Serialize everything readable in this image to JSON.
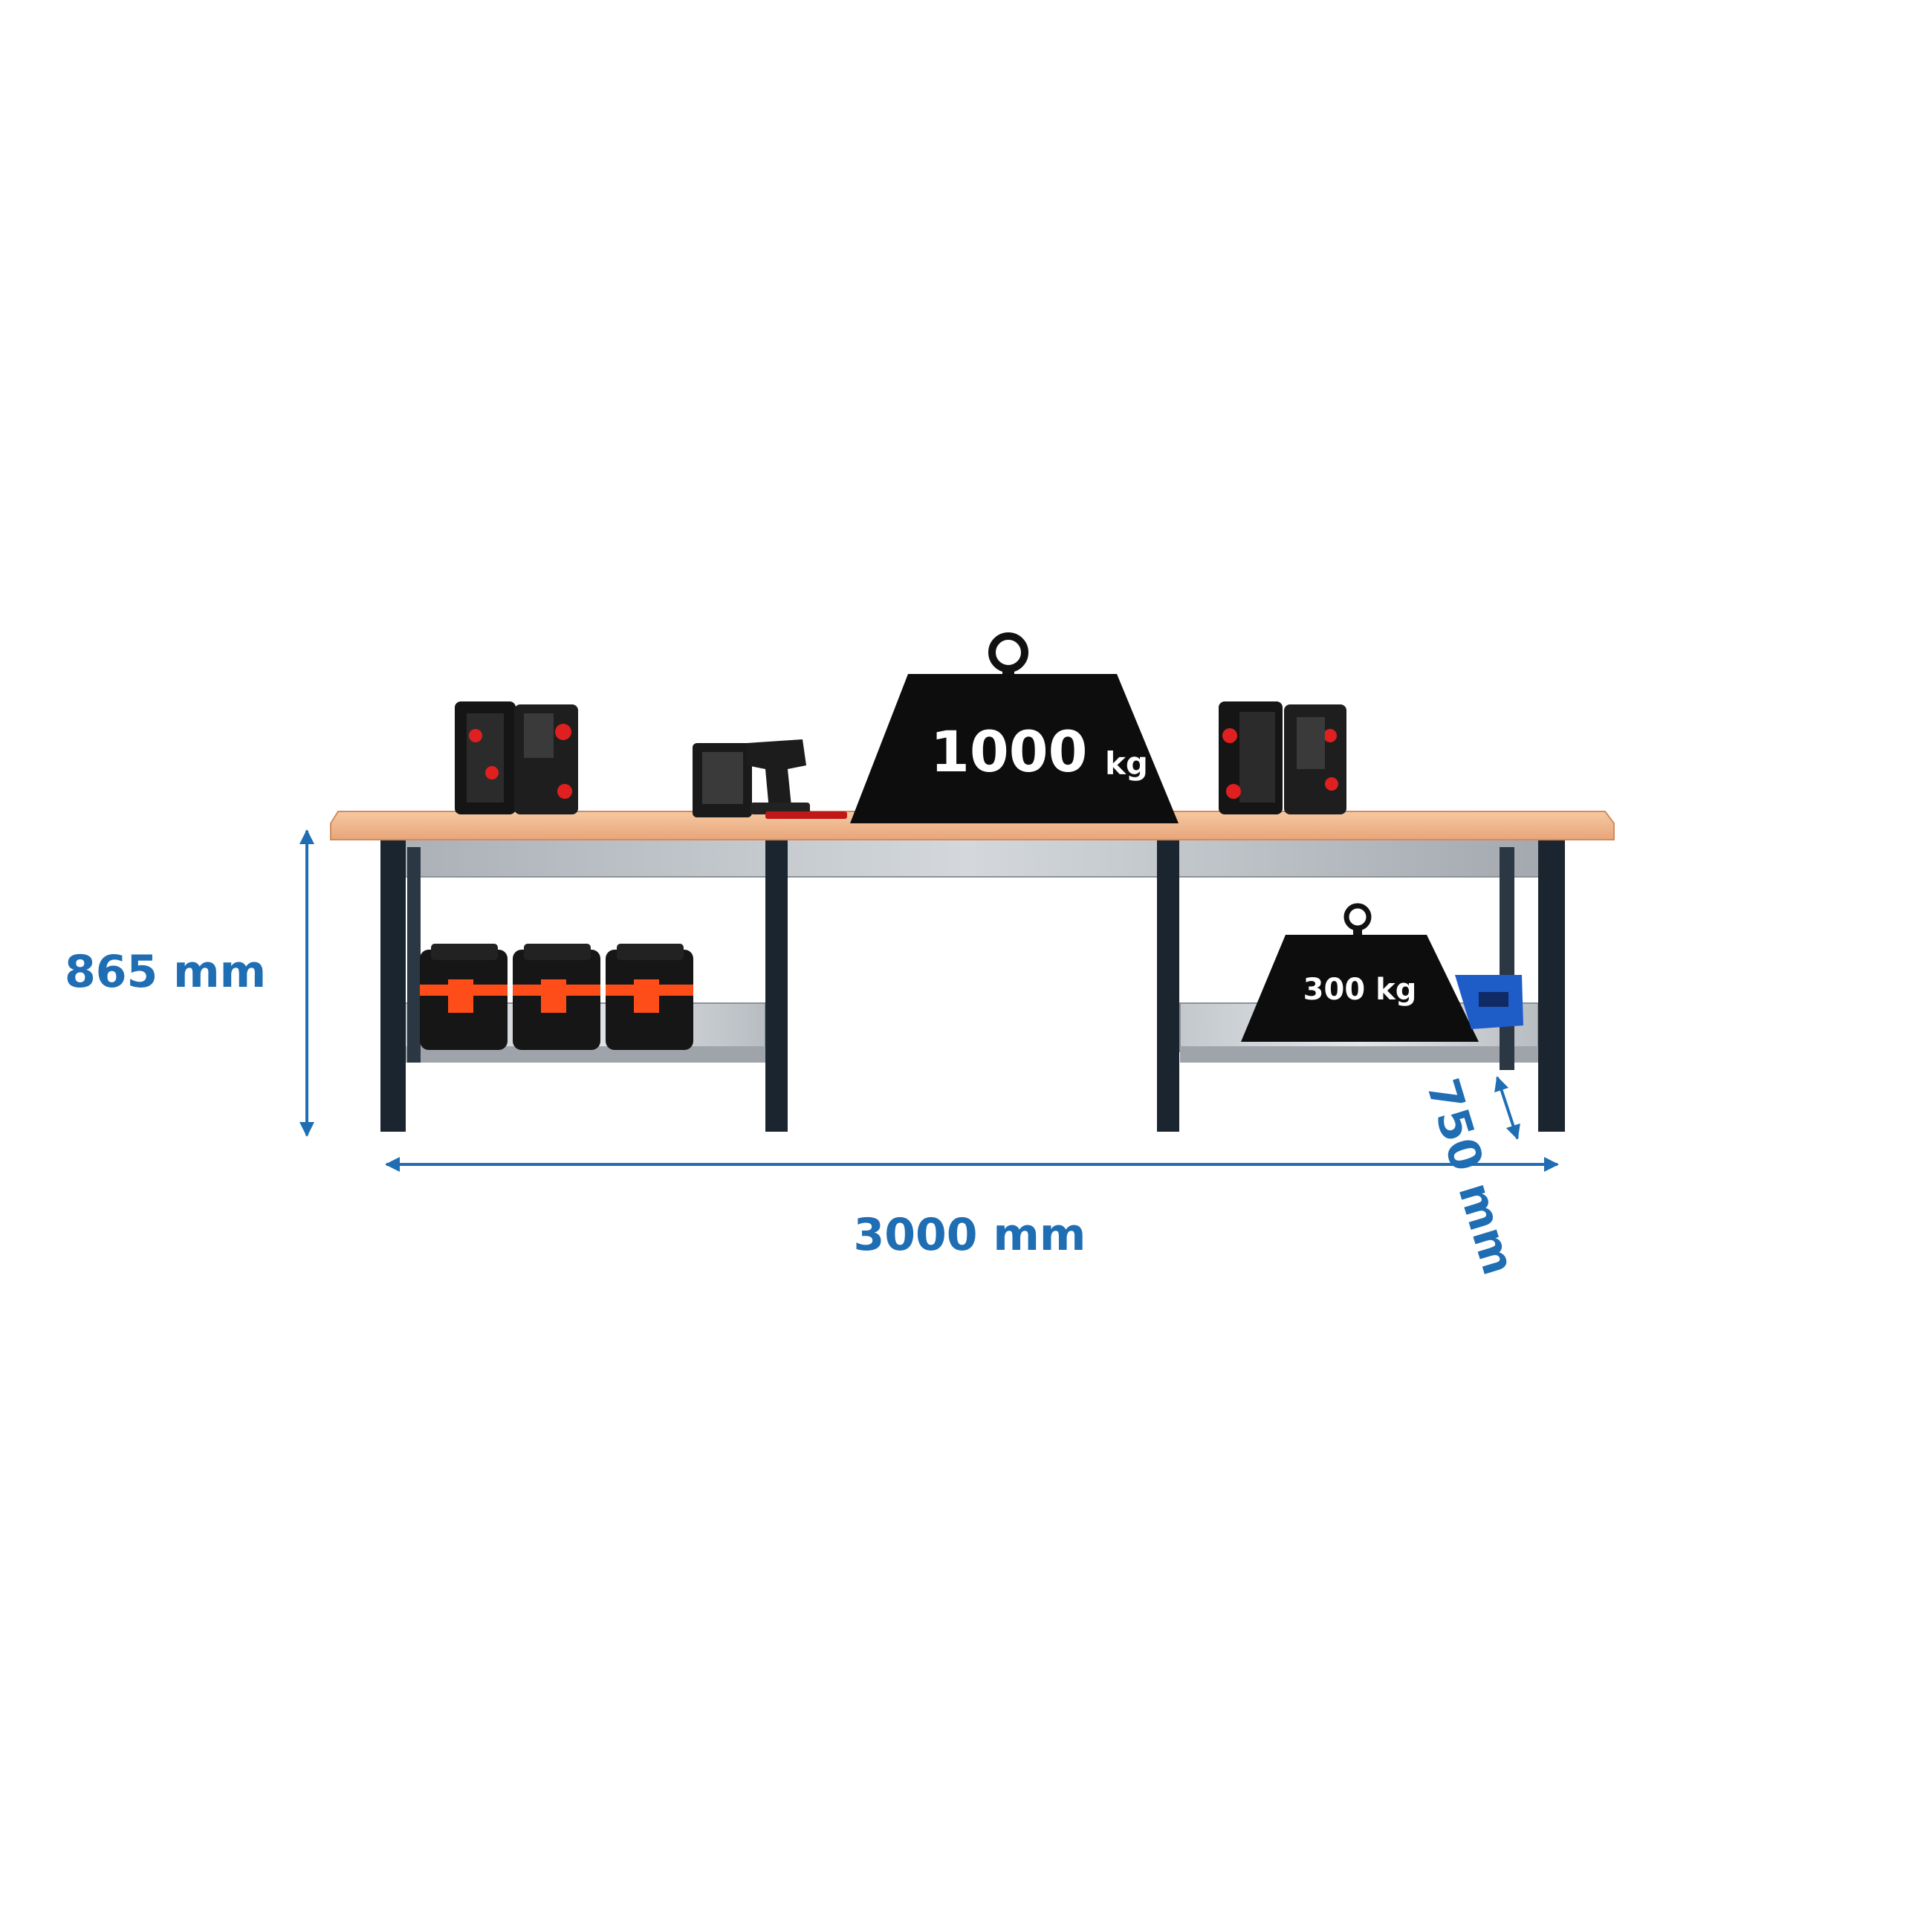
{
  "dimensions": {
    "height_label": "865 mm",
    "width_label": "3000 mm",
    "depth_label": "750 mm"
  },
  "loads": {
    "top_weight_value": "1000",
    "top_weight_unit": "kg",
    "shelf_weight_label": "300 kg"
  },
  "colors": {
    "dimension_blue": "#1f6db3",
    "worktop": "#f0b890",
    "frame": "#1b2530",
    "shelf": "#b9bec3",
    "accent_orange": "#ff4d1a",
    "bin_blue": "#1e5cc8"
  }
}
